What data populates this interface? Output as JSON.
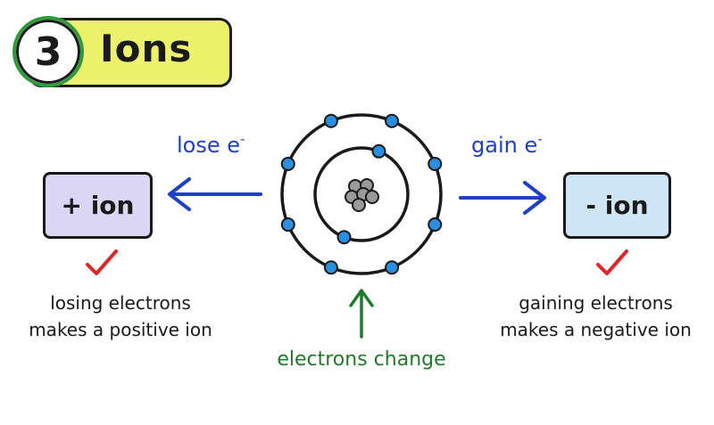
{
  "title": {
    "step_number": "3",
    "text": "Ions"
  },
  "positive_ion": {
    "label": "+ ion",
    "caption_line1": "losing electrons",
    "caption_line2": "makes a positive ion",
    "check_icon": "check-icon"
  },
  "negative_ion": {
    "label": "- ion",
    "caption_line1": "gaining electrons",
    "caption_line2": "makes a negative ion",
    "check_icon": "check-icon"
  },
  "arrows": {
    "lose_label": "lose e",
    "gain_label": "gain e",
    "superscript": "-",
    "change_label": "electrons change"
  },
  "atom": {
    "nucleus_particles": 6,
    "inner_shell_electrons": 2,
    "outer_shell_electrons": 8
  },
  "colors": {
    "banner": "#ecf26a",
    "badge_ring": "#2f9a3c",
    "positive_box": "#dcd6f5",
    "negative_box": "#cfe6f7",
    "arrow_blue": "#1f3fc4",
    "electron": "#2a8fe0",
    "check_red": "#e0242a",
    "change_green": "#207a2c"
  }
}
